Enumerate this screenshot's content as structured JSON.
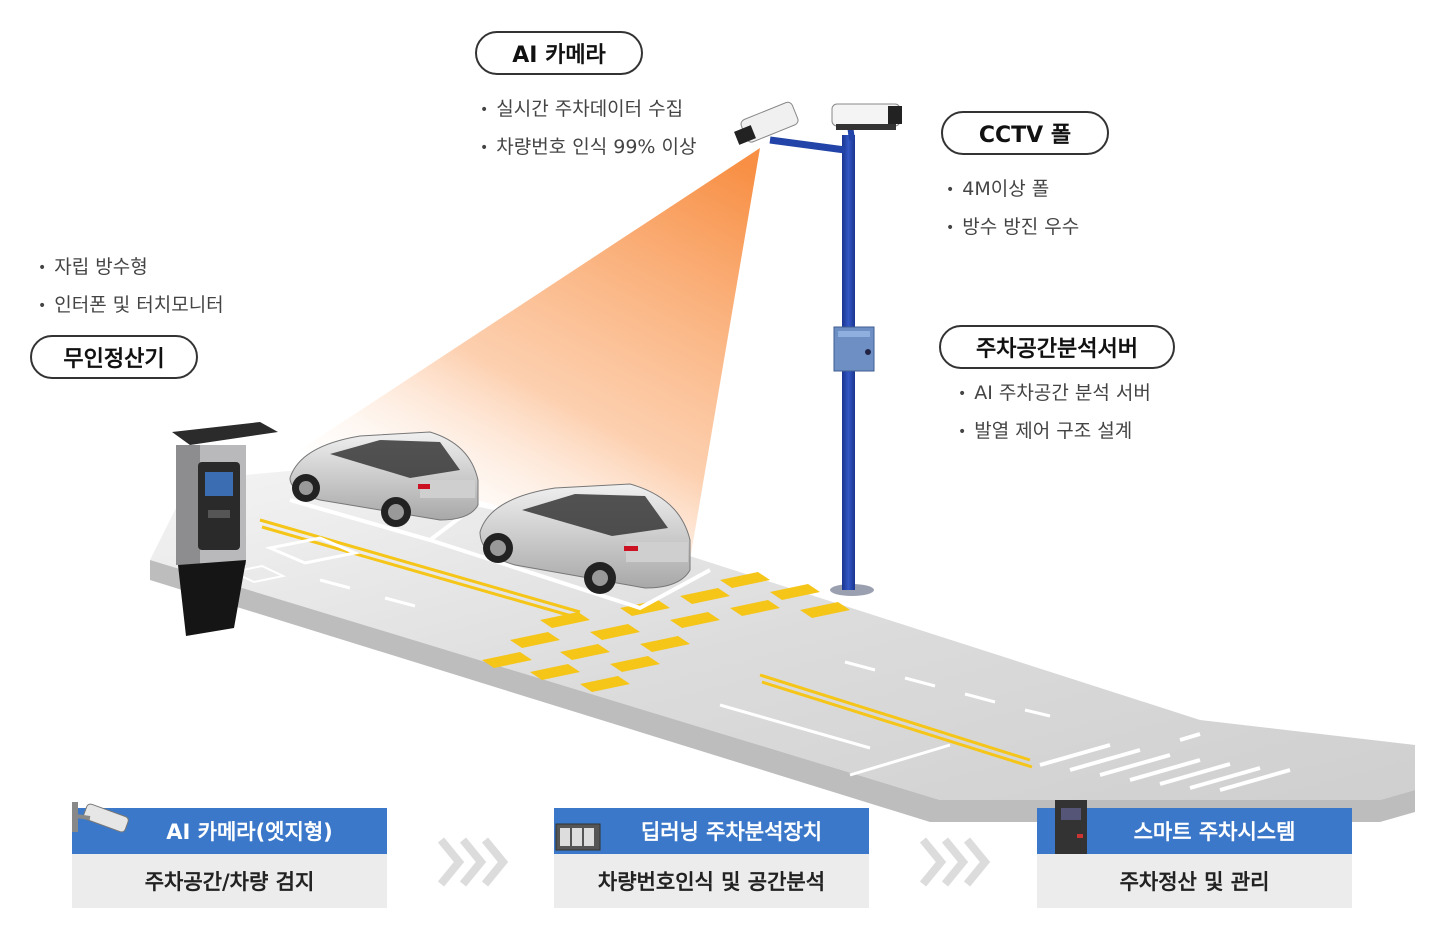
{
  "callouts": {
    "ai_camera": {
      "title": "AI 카메라",
      "bullets": [
        "실시간 주차데이터 수집",
        "차량번호 인식 99% 이상"
      ]
    },
    "cctv_pole": {
      "title": "CCTV 폴",
      "bullets": [
        "4M이상 폴",
        "방수 방진 우수"
      ]
    },
    "server": {
      "title": "주차공간분석서버",
      "bullets": [
        "AI 주차공간 분석 서버",
        "발열 제어 구조 설계"
      ]
    },
    "kiosk": {
      "title": "무인정산기",
      "bullets": [
        "자립 방수형",
        "인터폰 및 터치모니터"
      ]
    }
  },
  "flow": [
    {
      "title": "AI 카메라(엣지형)",
      "desc": "주차공간/차량 검지",
      "icon": "cctv-camera-icon"
    },
    {
      "title": "딥러닝 주차분석장치",
      "desc": "차량번호인식 및 공간분석",
      "icon": "server-rack-icon"
    },
    {
      "title": "스마트 주차시스템",
      "desc": "주차정산 및 관리",
      "icon": "kiosk-icon"
    }
  ],
  "colors": {
    "accent_blue": "#3b78c9",
    "pole_blue": "#2244a8",
    "light_orange": "#f7a15a",
    "lane_yellow": "#f5c518"
  }
}
